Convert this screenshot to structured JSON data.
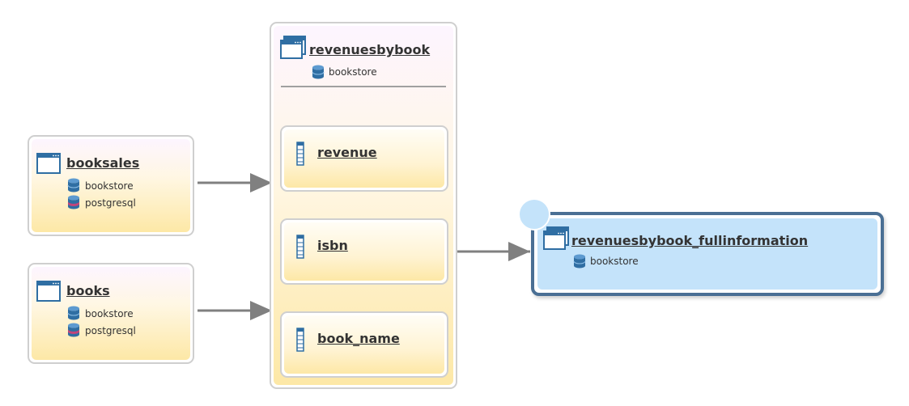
{
  "nodes": {
    "booksales": {
      "title": "booksales",
      "sources": [
        "bookstore",
        "postgresql"
      ]
    },
    "books": {
      "title": "books",
      "sources": [
        "bookstore",
        "postgresql"
      ]
    },
    "revenuesbybook": {
      "title": "revenuesbybook",
      "source": "bookstore",
      "columns": [
        "revenue",
        "isbn",
        "book_name"
      ]
    },
    "fullinfo": {
      "title": "revenuesbybook_fullinformation",
      "source": "bookstore"
    }
  },
  "colors": {
    "db_blue": "#2f6ea3",
    "db_pink": "#c2457a",
    "arrow": "#808080",
    "target_border": "#4a6f94",
    "target_fill": "#c4e3fa"
  },
  "icons": [
    "table-icon",
    "view-icon",
    "database-icon",
    "postgresql-icon",
    "column-icon"
  ]
}
